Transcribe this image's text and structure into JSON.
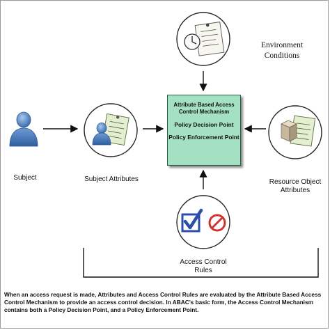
{
  "diagram": {
    "environment_label": "Environment\nConditions",
    "central": {
      "title": "Attribute Based Access Control Mechanism",
      "pdp": "Policy Decision Point",
      "pep": "Policy Enforcement Point"
    },
    "subject_label": "Subject",
    "subject_attributes_label": "Subject Attributes",
    "resource_label": "Resource Object\nAttributes",
    "rules_label": "Access Control\nRules"
  },
  "caption": "When an access request is made, Attributes and Access Control Rules are evaluated by the Attribute Based Access Control Mechanism to provide an access control decision.  In ABAC's basic form, the Access Control Mechanism contains both a Policy Decision Point, and a Policy Enforcement Point.",
  "colors": {
    "central_fill": "#a3e1c2",
    "person_blue": "#4a7fc0",
    "check_blue": "#2b4fa8",
    "prohibit_red": "#d0342c",
    "note_green": "#e4eed0"
  }
}
